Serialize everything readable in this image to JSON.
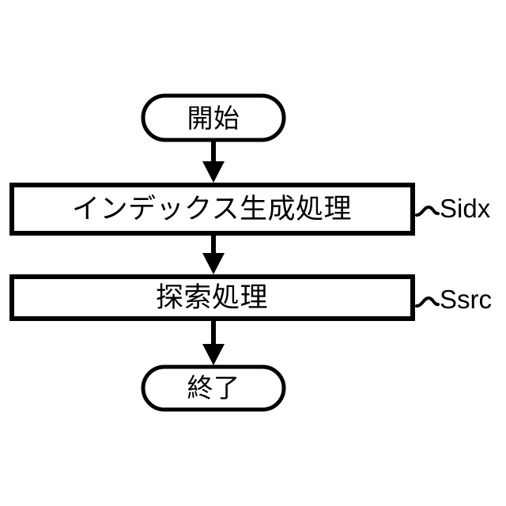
{
  "diagram": {
    "title": "flowchart",
    "background_color": "#ffffff",
    "stroke_color": "#000000",
    "text_color": "#000000",
    "nodes": [
      {
        "id": "start",
        "shape": "terminal",
        "label": "開始",
        "icon": "rounded-stadium-shape"
      },
      {
        "id": "index-generation",
        "shape": "process",
        "label": "インデックス生成処理",
        "reference": "Sidx",
        "icon": "rectangle-shape"
      },
      {
        "id": "search",
        "shape": "process",
        "label": "探索処理",
        "reference": "Ssrc",
        "icon": "rectangle-shape"
      },
      {
        "id": "end",
        "shape": "terminal",
        "label": "終了",
        "icon": "rounded-stadium-shape"
      }
    ],
    "edges": [
      {
        "id": "edge-start-index",
        "from": "start",
        "to": "index-generation",
        "arrow": "down-arrow"
      },
      {
        "id": "edge-index-search",
        "from": "index-generation",
        "to": "search",
        "arrow": "down-arrow"
      },
      {
        "id": "edge-search-end",
        "from": "search",
        "to": "end",
        "arrow": "down-arrow"
      }
    ],
    "references": [
      {
        "id": "ref-sidx",
        "text": "Sidx",
        "target": "index-generation",
        "leader": "squiggle-leader-line"
      },
      {
        "id": "ref-ssrc",
        "text": "Ssrc",
        "target": "search",
        "leader": "squiggle-leader-line"
      }
    ]
  }
}
